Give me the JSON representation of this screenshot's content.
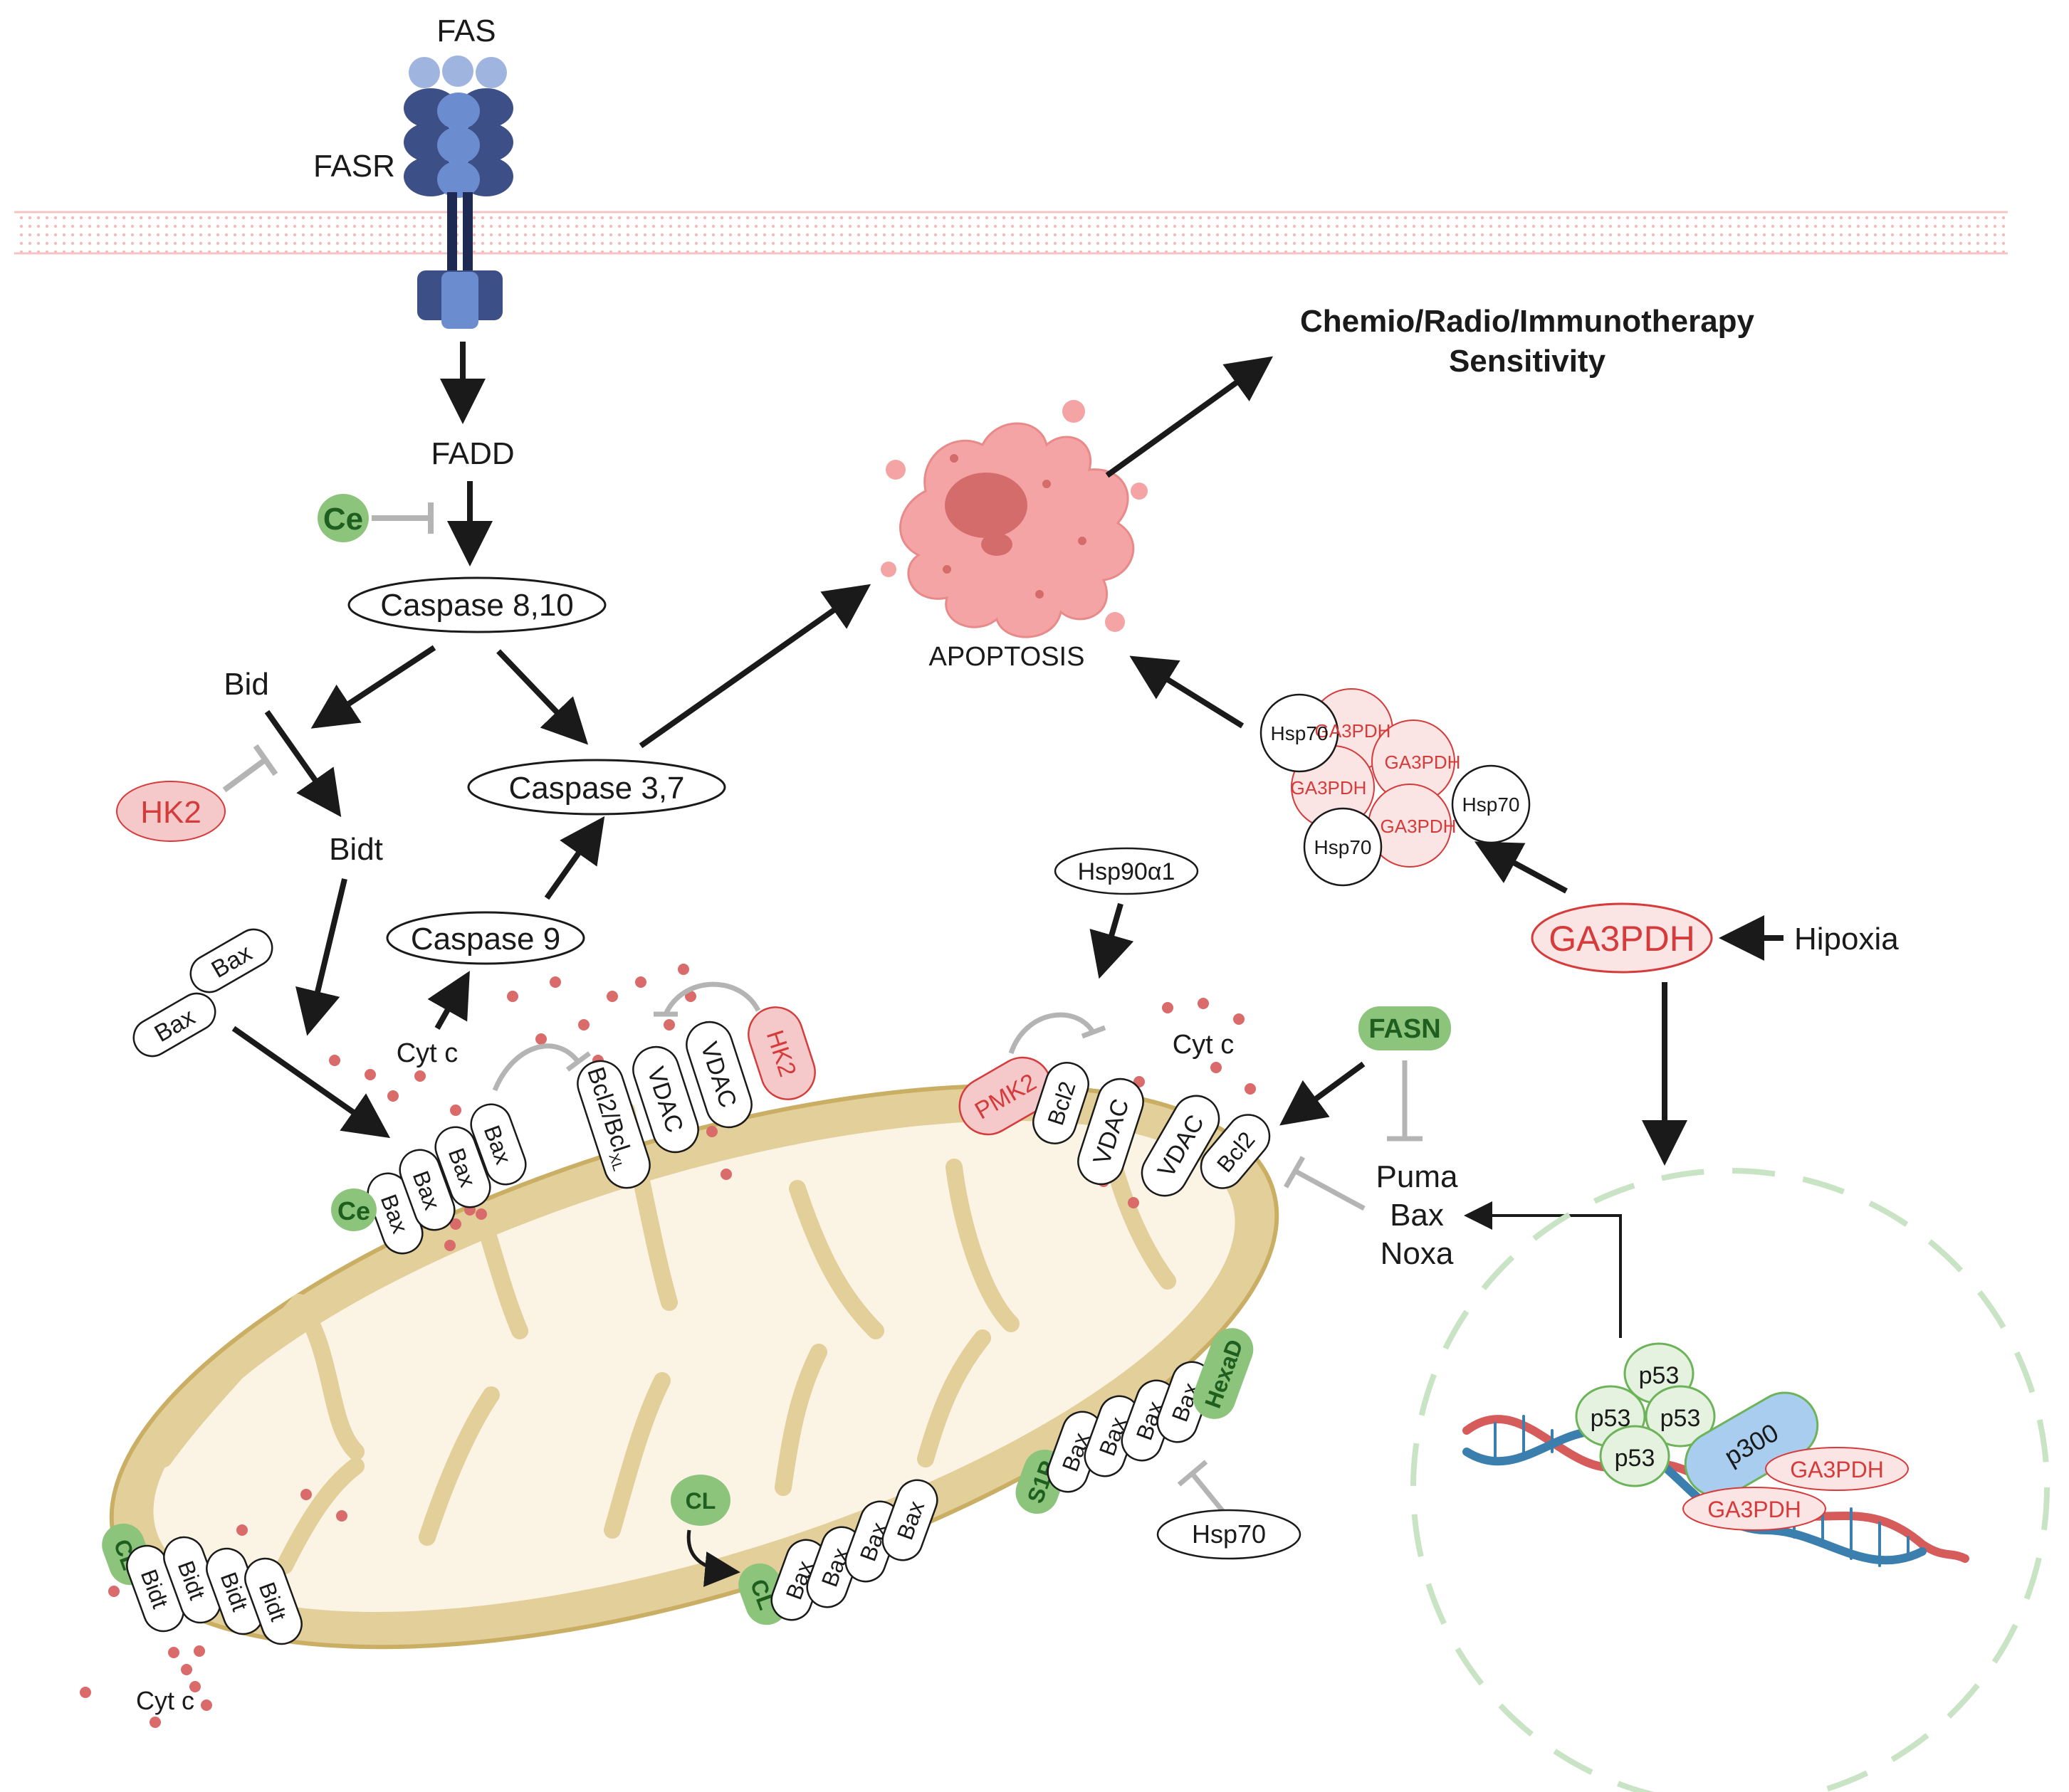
{
  "membrane": {
    "fas": "FAS",
    "fasr": "FASR"
  },
  "extrinsic": {
    "fadd": "FADD",
    "ce_top": "Ce",
    "caspase_8_10": "Caspase 8,10",
    "bid": "Bid",
    "hk2_left": "HK2",
    "bidt": "Bidt",
    "caspase_3_7": "Caspase 3,7",
    "caspase_9": "Caspase 9"
  },
  "outcome": {
    "apoptosis": "APOPTOSIS",
    "therapy_line1": "Chemio/Radio/Immunotherapy",
    "therapy_line2": "Sensitivity"
  },
  "cluster": {
    "hsp70": "Hsp70",
    "ga3pdh": "GA3PDH"
  },
  "ga3pdh_axis": {
    "ga3pdh": "GA3PDH",
    "hipoxia": "Hipoxia"
  },
  "mito_top": {
    "bax_free_1": "Bax",
    "bax_free_2": "Bax",
    "cyt_c_left": "Cyt c",
    "bax": "Bax",
    "ce": "Ce",
    "bcl2_bclxl": "Bcl2/Bcl",
    "bclxl_sub": "XL",
    "vdac": "VDAC",
    "hk2": "HK2",
    "hsp90": "Hsp90α1",
    "pmk2": "PMK2",
    "bcl2": "Bcl2",
    "cyt_c_right": "Cyt c",
    "fasn": "FASN",
    "puma": "Puma",
    "bax_gene": "Bax",
    "noxa": "Noxa"
  },
  "mito_bottom": {
    "cl": "CL",
    "bidt": "Bidt",
    "cyt_c": "Cyt c",
    "bax": "Bax",
    "hexad": "HexaD",
    "s1p": "S1P",
    "hsp70": "Hsp70"
  },
  "nucleus": {
    "p53": "p53",
    "p300": "p300",
    "ga3pdh": "GA3PDH"
  },
  "colors": {
    "arrow": "#1a1a1a",
    "inhibit": "#b4b4b4",
    "green_fill": "#8cc47c",
    "red_text": "#d63b3b",
    "pink_fill": "#f5c9c9",
    "mito_outer": "#e2cf9a",
    "mito_inner": "#fbf4e4",
    "receptor_dark": "#3c4f86",
    "receptor_light": "#6b8ccf"
  }
}
